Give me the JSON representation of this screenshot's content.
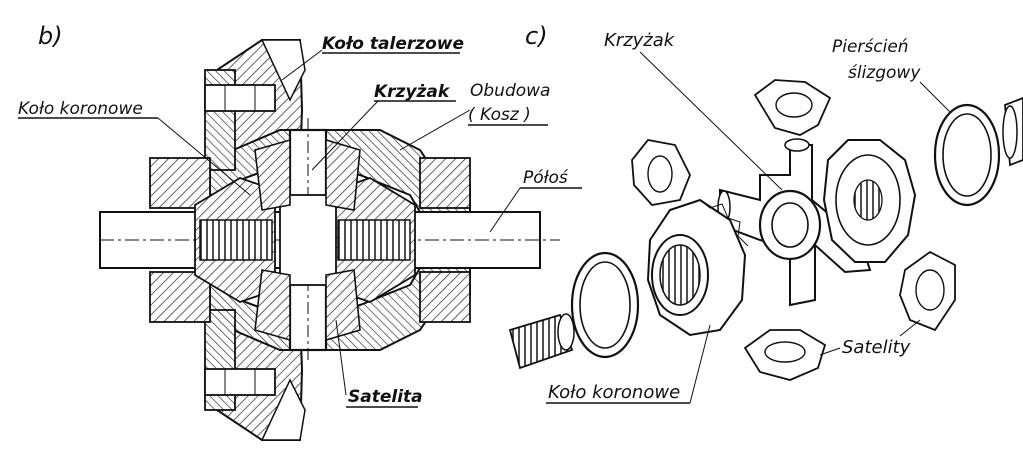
{
  "panel_b": {
    "tag": "b)",
    "labels": {
      "ring_gear": "Koło talerzowe",
      "side_gear": "Koło koronowe",
      "spider": "Krzyżak",
      "housing_line1": "Obudowa",
      "housing_line2": "( Kosz )",
      "axle": "Półoś",
      "pinion": "Satelita"
    }
  },
  "panel_c": {
    "tag": "c)",
    "labels": {
      "spider": "Krzyżak",
      "ring_line1": "Pierścień",
      "ring_line2": "ślizgowy",
      "side_gear": "Koło koronowe",
      "pinions": "Satelity"
    }
  },
  "colors": {
    "ink": "#111111",
    "paper": "#ffffff",
    "hatch": "#222222"
  }
}
